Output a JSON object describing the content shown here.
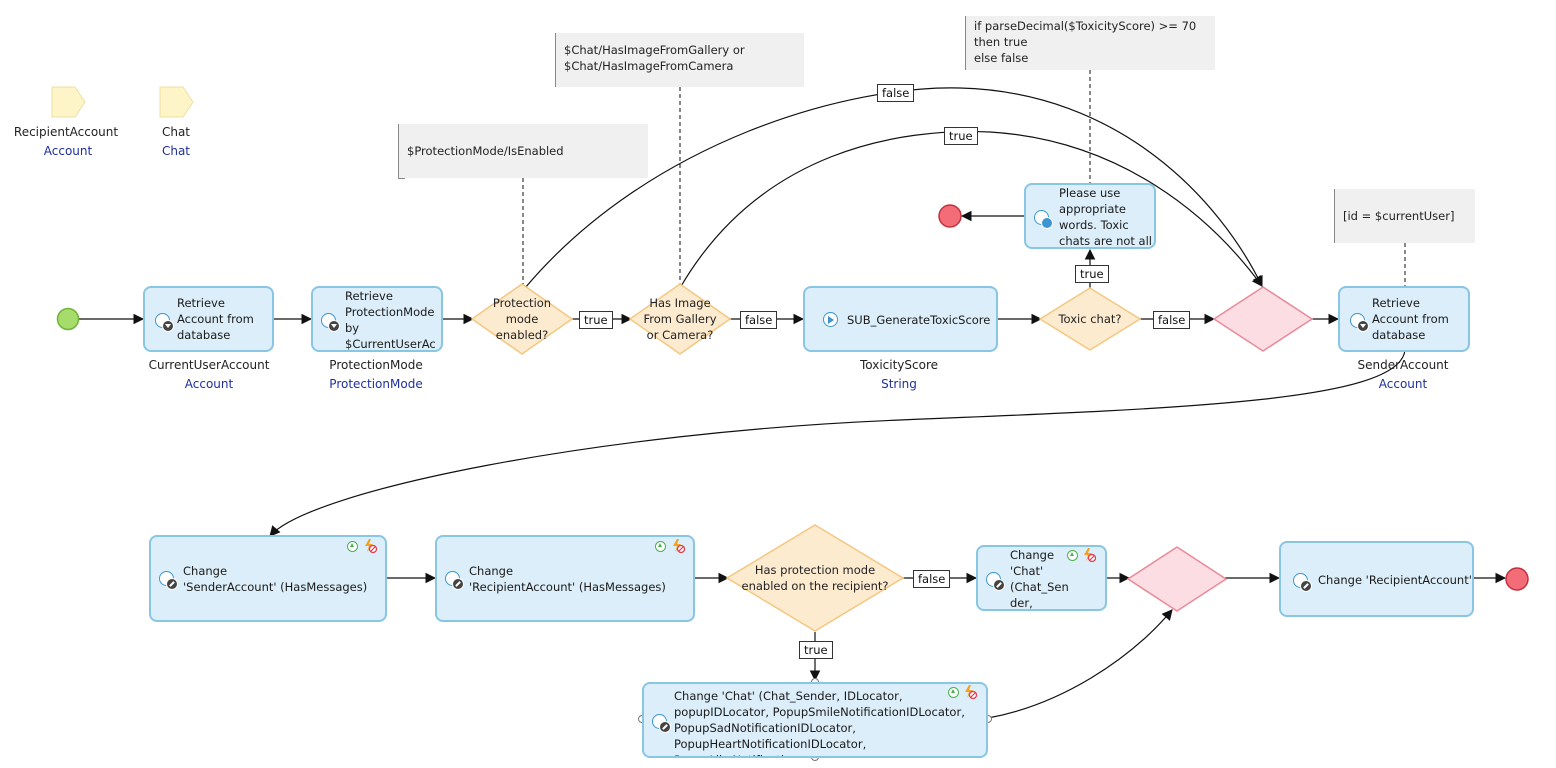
{
  "parameters": [
    {
      "name": "RecipientAccount",
      "type": "Account"
    },
    {
      "name": "Chat",
      "type": "Chat"
    }
  ],
  "annotations": {
    "protection_mode": "$ProtectionMode/IsEnabled",
    "has_image": "$Chat/HasImageFromGallery or\n$Chat/HasImageFromCamera",
    "toxicity": "if parseDecimal($ToxicityScore) >= 70\nthen true\nelse false",
    "current_user": "[id = $currentUser]"
  },
  "activities": {
    "retrieve_account": {
      "label": "Retrieve\nAccount from\ndatabase",
      "output_name": "CurrentUserAccount",
      "output_type": "Account"
    },
    "retrieve_protection": {
      "label": "Retrieve\nProtectionMode\nby\n$CurrentUserAc",
      "output_name": "ProtectionMode",
      "output_type": "ProtectionMode"
    },
    "sub_toxic": {
      "label": "SUB_GenerateToxicScore",
      "output_name": "ToxicityScore",
      "output_type": "String"
    },
    "show_message": {
      "label": "Please use\nappropriate\nwords. Toxic\nchats are not all"
    },
    "retrieve_sender": {
      "label": "Retrieve\nAccount from\ndatabase",
      "output_name": "SenderAccount",
      "output_type": "Account"
    },
    "change_sender": {
      "label": "Change\n'SenderAccount' (HasMessages)"
    },
    "change_recipient_msgs": {
      "label": "Change\n'RecipientAccount' (HasMessages)"
    },
    "change_chat_small": {
      "label": "Change\n'Chat' (Chat_Sen\nder,\nChat_Recipient, I"
    },
    "change_chat_big": {
      "label": "Change 'Chat' (Chat_Sender, IDLocator,\npopupIDLocator, PopupSmileNotificationIDLocator,\nPopupSadNotificationIDLocator,\nPopupHeartNotificationIDLocator, PopupLikeNotificatio"
    },
    "change_recipient": {
      "label": "Change 'RecipientAccount'"
    }
  },
  "decisions": {
    "protection": "Protection\nmode\nenabled?",
    "has_image": "Has Image\nFrom Gallery\nor Camera?",
    "toxic": "Toxic chat?",
    "recipient_protection": "Has protection mode\nenabled on the recipient?"
  },
  "flow_labels": {
    "protection_true": "true",
    "image_false": "false",
    "toxic_false": "false",
    "toxic_true": "true",
    "arc_false": "false",
    "arc_true": "true",
    "recipient_false": "false",
    "recipient_true": "true"
  },
  "colors": {
    "activity_fill": "#dceef9",
    "activity_border": "#88c6e4",
    "decision_fill": "#fdebd0",
    "decision_border": "#f4c77f",
    "merge_fill": "#fcdde3",
    "merge_border": "#e98a99",
    "start_fill": "#a6dd6a",
    "end_fill": "#f26d78",
    "type_text": "#1e2fa0"
  }
}
